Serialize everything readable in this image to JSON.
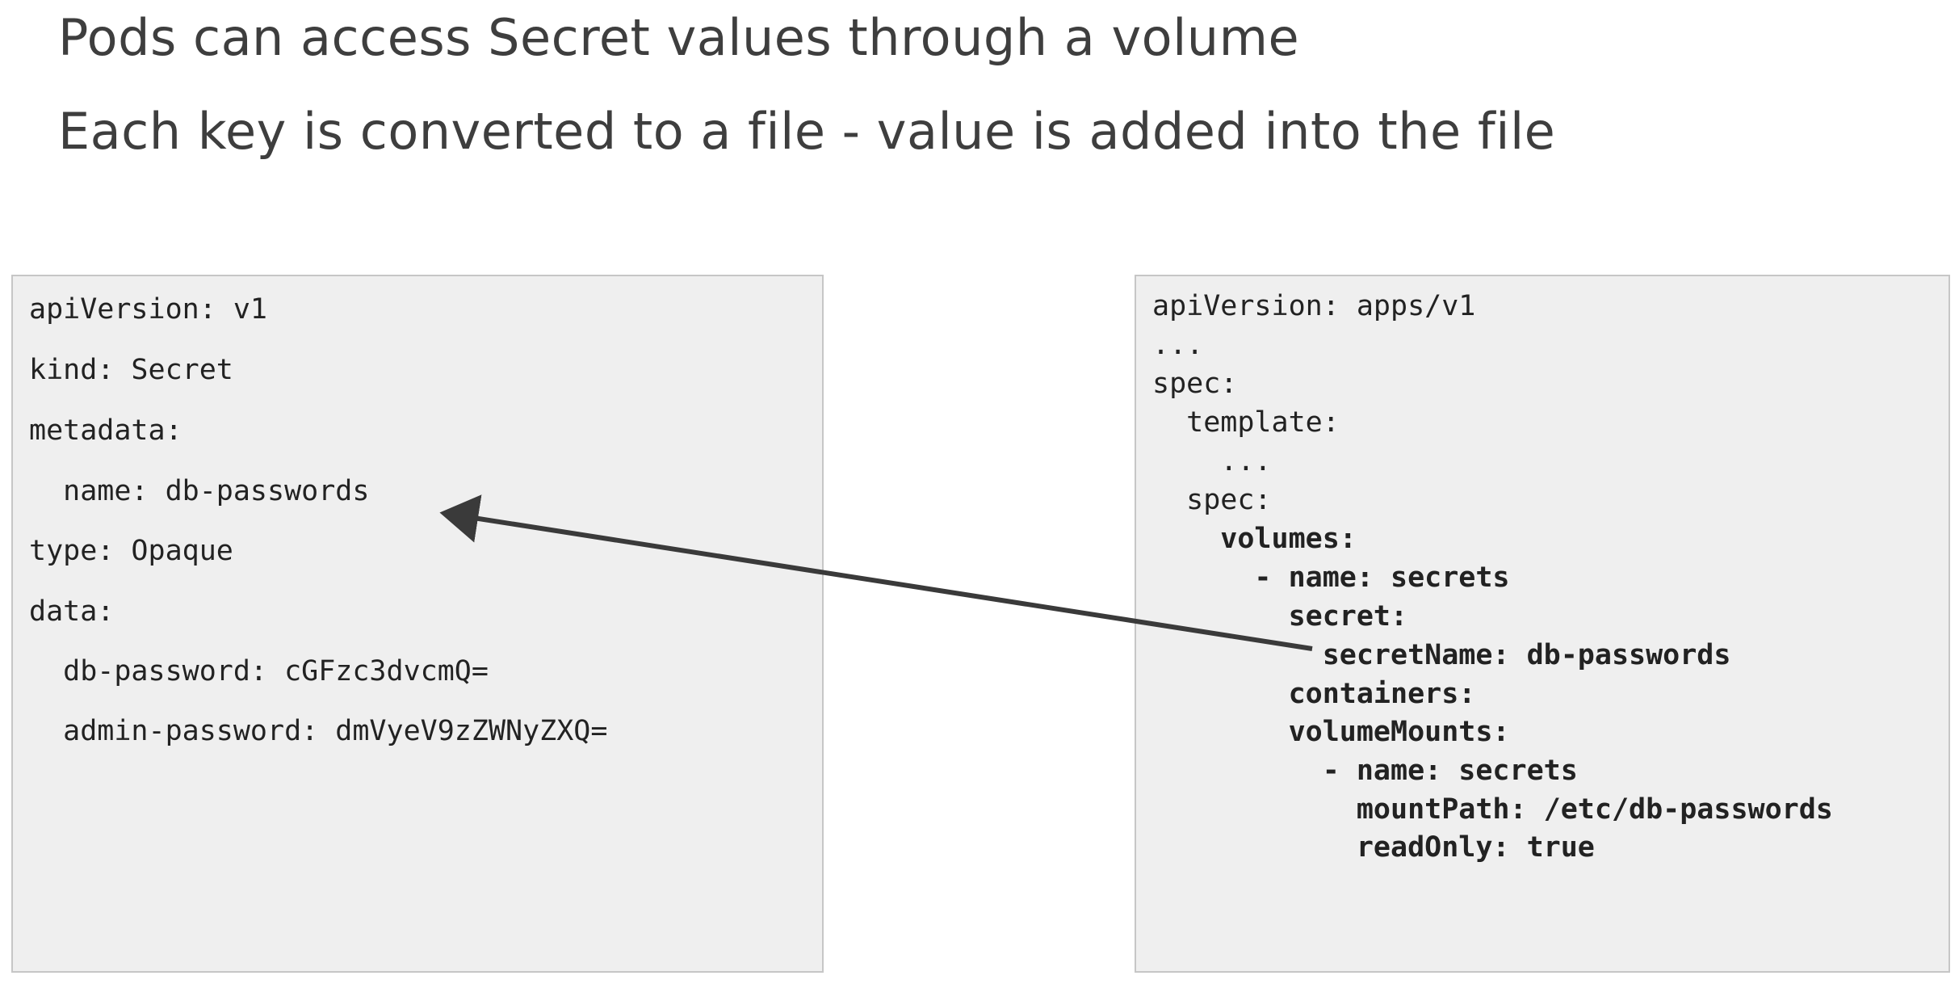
{
  "headings": {
    "line1": "Pods can access Secret values through a volume",
    "line2": "Each key is converted to a file - value is added into the file"
  },
  "secret_yaml": {
    "lines": [
      "apiVersion: v1",
      "kind: Secret",
      "metadata:",
      "  name: db-passwords",
      "type: Opaque",
      "data:",
      "  db-password: cGFzc3dvcmQ=",
      "  admin-password: dmVyeV9zZWNyZXQ="
    ]
  },
  "deployment_yaml": {
    "lines": [
      "apiVersion: apps/v1",
      "...",
      "spec:",
      "  template:",
      "    ...",
      "  spec:",
      "    volumes:",
      "      - name: secrets",
      "        secret:",
      "          secretName: db-passwords",
      "        containers:",
      "        volumeMounts:",
      "          - name: secrets",
      "            mountPath: /etc/db-passwords",
      "            readOnly: true"
    ]
  },
  "colors": {
    "panel_background": "#efefef",
    "panel_border": "#c6c6c6",
    "arrow": "#3a3a3a",
    "heading_text": "#3e3e3e"
  }
}
